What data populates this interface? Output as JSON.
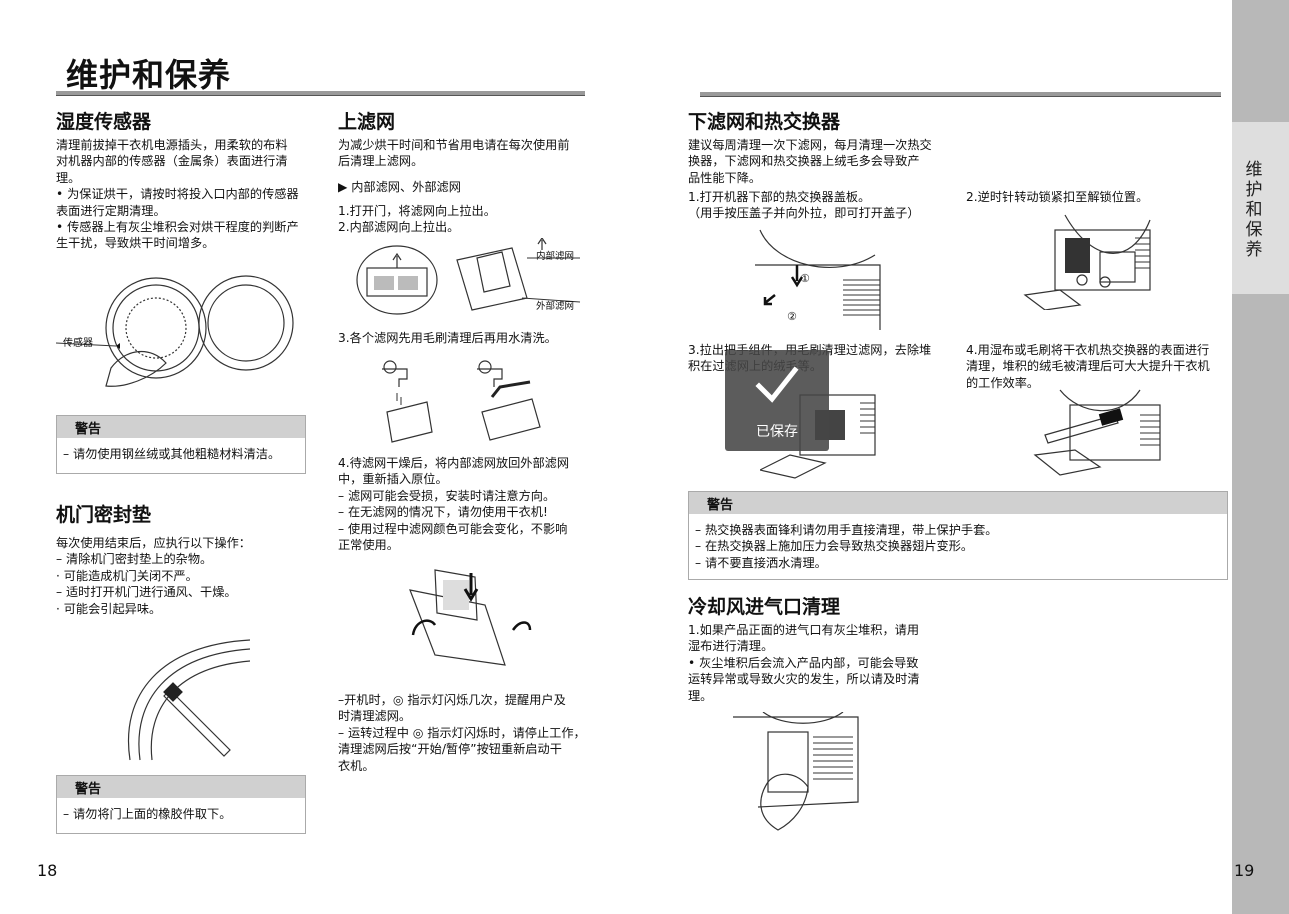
{
  "page": {
    "title": "维护和保养",
    "left_page_number": "18",
    "right_page_number": "19",
    "side_tab": "维护和保养"
  },
  "humidity_sensor": {
    "heading": "湿度传感器",
    "body": "清理前拔掉干衣机电源插头，用柔软的布料\n对机器内部的传感器（金属条）表面进行清\n理。\n• 为保证烘干，请按时将投入口内部的传感器\n表面进行定期清理。\n• 传感器上有灰尘堆积会对烘干程度的判断产\n生干扰，导致烘干时间增多。",
    "sensor_label": "传感器",
    "warning_title": "警告",
    "warning_text": "– 请勿使用钢丝绒或其他粗糙材料清洁。"
  },
  "door_seal": {
    "heading": "机门密封垫",
    "body": "每次使用结束后，应执行以下操作：\n– 清除机门密封垫上的杂物。\n   · 可能造成机门关闭不严。\n– 适时打开机门进行通风、干燥。\n   · 可能会引起异味。",
    "warning_title": "警告",
    "warning_text": "– 请勿将门上面的橡胶件取下。"
  },
  "upper_filter": {
    "heading": "上滤网",
    "intro": "为减少烘干时间和节省用电请在每次使用前\n后清理上滤网。",
    "sub": "▶ 内部滤网、外部滤网",
    "steps_1_2": "1.打开门，将滤网向上拉出。\n2.内部滤网向上拉出。",
    "inner_label": "内部滤网",
    "outer_label": "外部滤网",
    "step_3": "3.各个滤网先用毛刷清理后再用水清洗。",
    "step_4": "4.待滤网干燥后，将内部滤网放回外部滤网\n   中，重新插入原位。\n– 滤网可能会受损，安装时请注意方向。\n– 在无滤网的情况下，请勿使用干衣机!\n– 使用过程中滤网颜色可能会变化，不影响\n   正常使用。",
    "note": "–开机时，◎ 指示灯闪烁几次，提醒用户及\n时清理滤网。\n– 运转过程中 ◎ 指示灯闪烁时，请停止工作，\n清理滤网后按“开始/暂停”按钮重新启动干\n衣机。"
  },
  "lower_filter": {
    "heading": "下滤网和热交换器",
    "intro": "建议每周清理一次下滤网，每月清理一次热交\n换器，下滤网和热交换器上绒毛多会导致产\n品性能下降。",
    "step_1": "1.打开机器下部的热交换器盖板。\n（用手按压盖子并向外拉，即可打开盖子）",
    "step_2": "2.逆时针转动锁紧扣至解锁位置。",
    "step_3": "3.拉出把手组件，用毛刷清理过滤网，去除堆\n积在过滤网上的绒毛等。",
    "step_4": "4.用湿布或毛刷将干衣机热交换器的表面进行\n清理，堆积的绒毛被清理后可大大提升干衣机\n的工作效率。",
    "marker_1": "①",
    "marker_2": "②",
    "warning_title": "警告",
    "warning_text": "– 热交换器表面锋利请勿用手直接清理，带上保护手套。\n– 在热交换器上施加压力会导致热交换器翅片变形。\n– 请不要直接洒水清理。"
  },
  "cooling_vent": {
    "heading": "冷却风进气口清理",
    "body": "1.如果产品正面的进气口有灰尘堆积，请用\n湿布进行清理。\n• 灰尘堆积后会流入产品内部，可能会导致\n运转异常或导致火灾的发生，所以请及时清\n理。"
  },
  "saved_toast": {
    "label": "已保存",
    "icon": "checkmark-icon"
  }
}
